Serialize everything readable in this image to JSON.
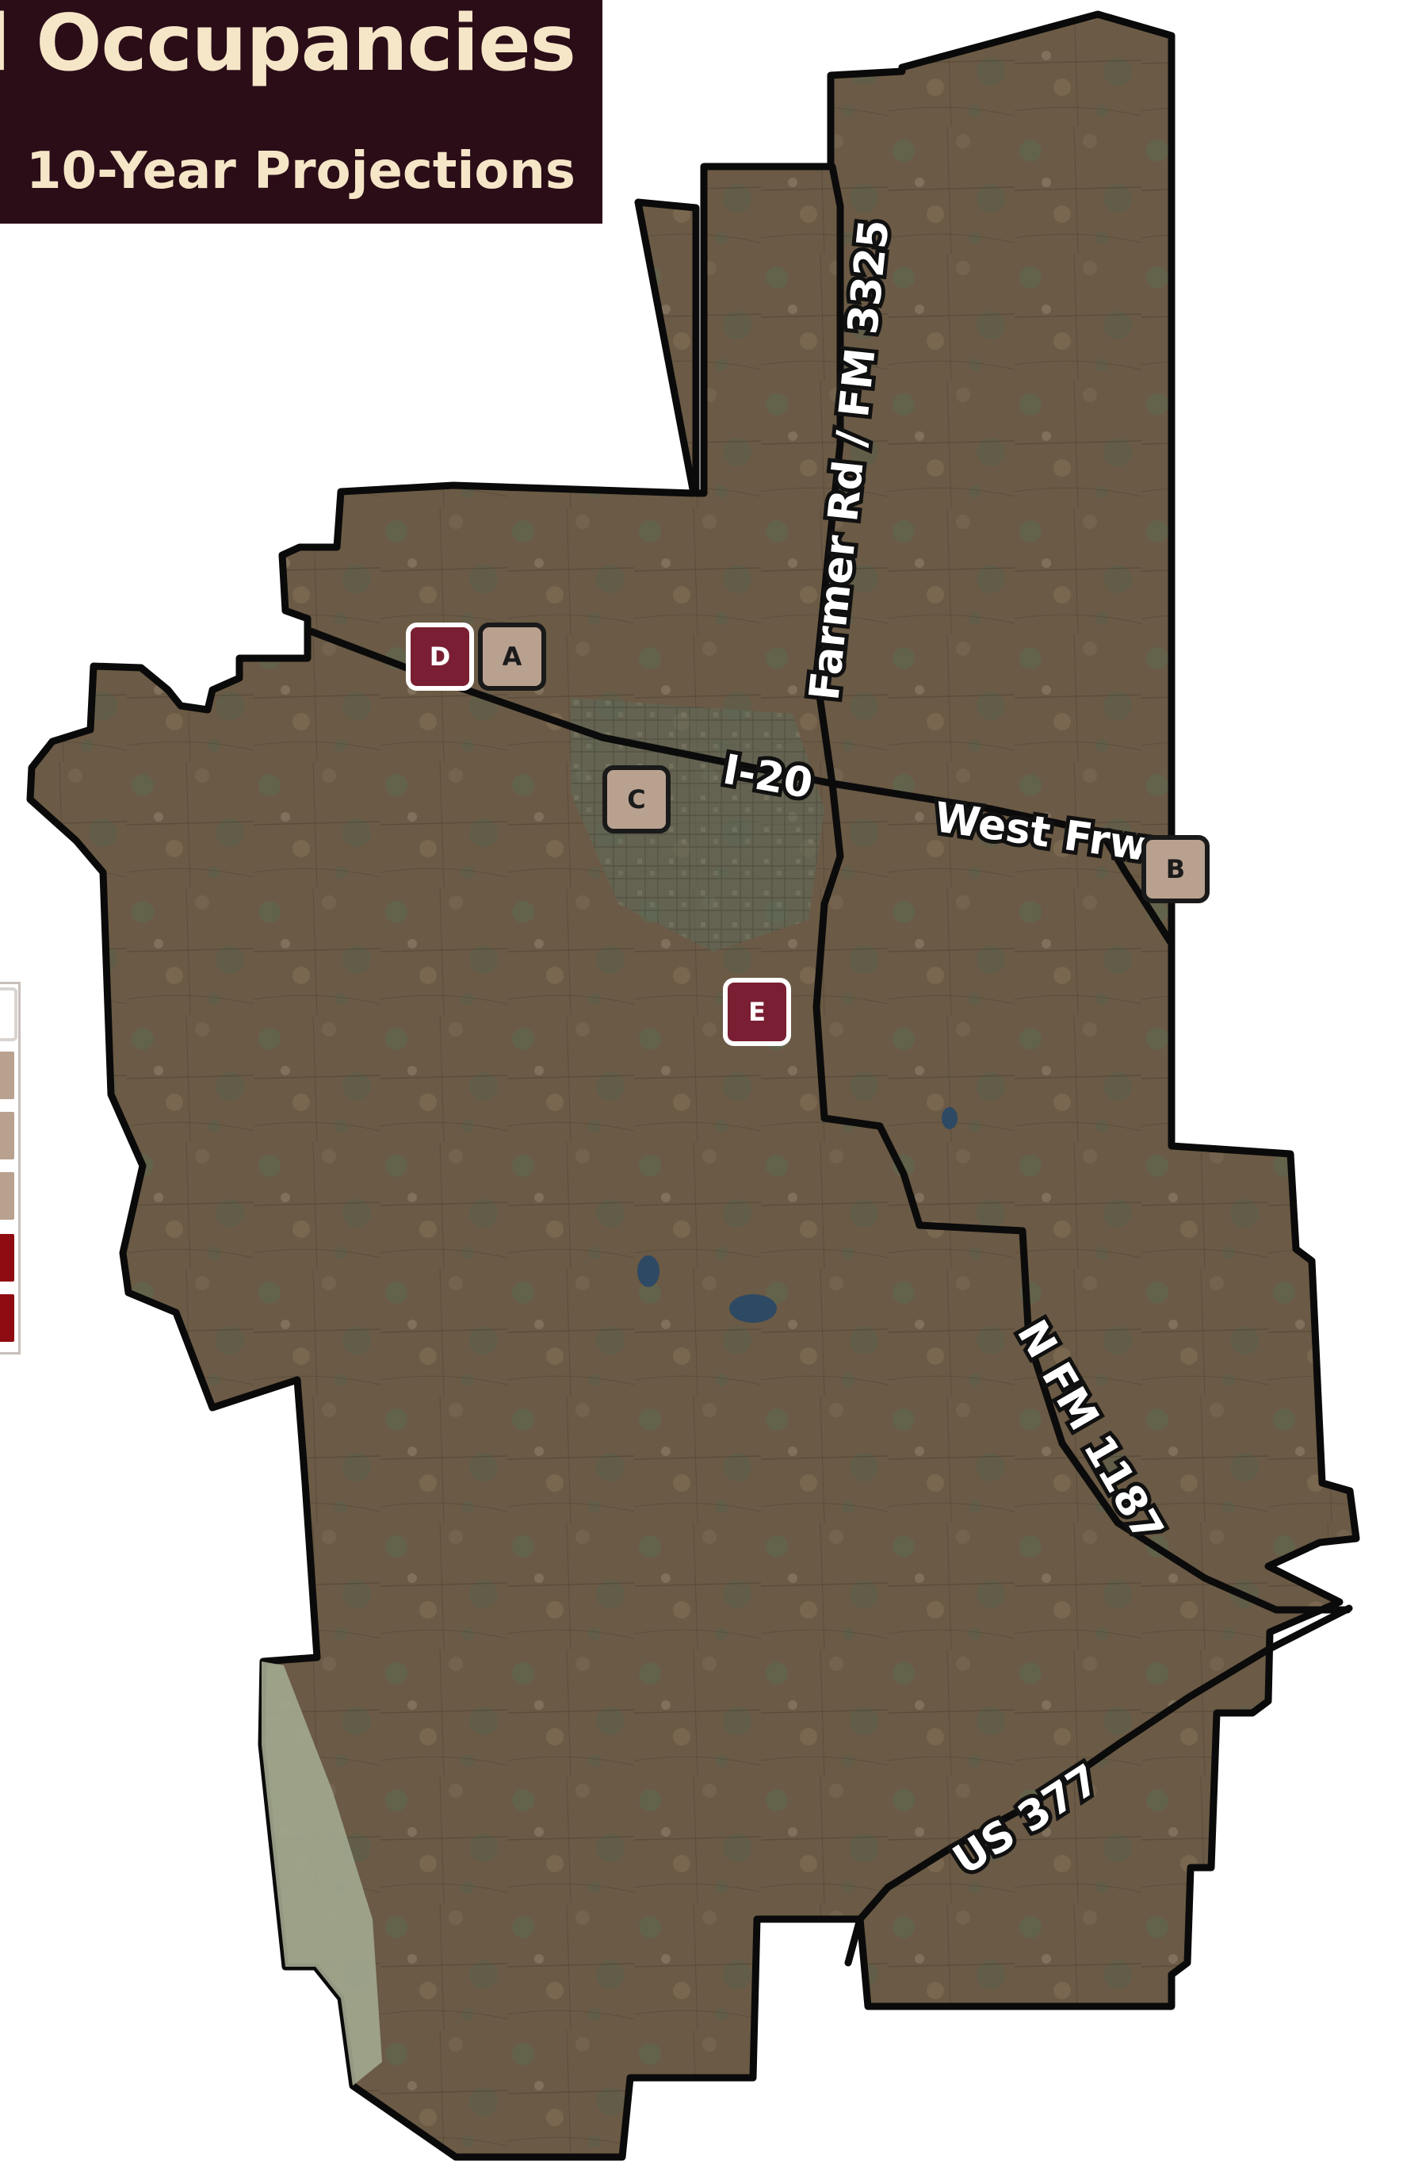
{
  "title": {
    "main": "al Occupancies",
    "subtitle": "10-Year Projections"
  },
  "colors": {
    "title_bg": "#2b0d18",
    "title_text": "#f6e6c8",
    "marker_tan": "#b9a190",
    "marker_maroon": "#7a1f33",
    "boundary": "#0a0a0a",
    "terrain": "#6b5a45",
    "legend_tan": "#b9a190",
    "legend_red": "#8f0b12"
  },
  "roads": {
    "farmer_rd": "Farmer Rd / FM 3325",
    "i20": "I-20",
    "west_frwy": "West Frwy",
    "n_fm_1187": "N FM 1187",
    "us_377": "US 377"
  },
  "markers": {
    "a": "A",
    "b": "B",
    "c": "C",
    "d": "D",
    "e": "E"
  }
}
